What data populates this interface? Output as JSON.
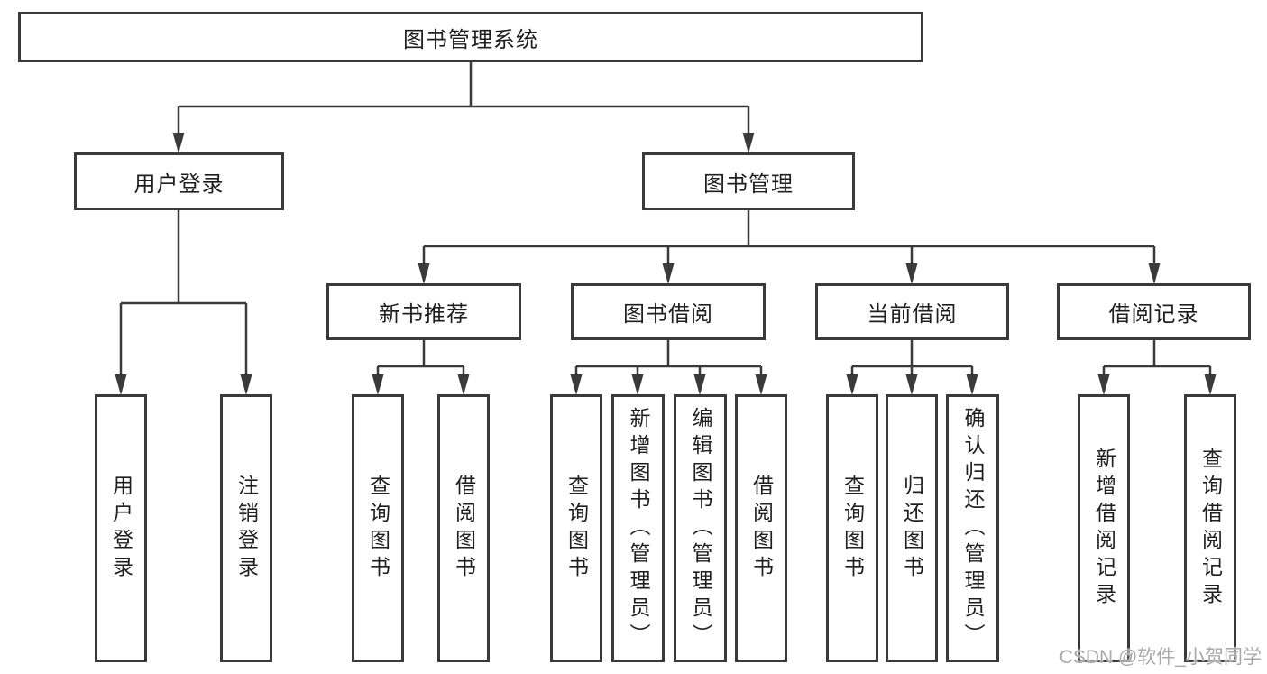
{
  "diagram": {
    "type": "hierarchy-tree",
    "colors": {
      "line": "#3a3a3a",
      "box_border": "#3a3a3a",
      "box_background": "#ffffff",
      "text": "#1f1f1f",
      "watermark": "#a9a9a9",
      "background": "#ffffff"
    }
  },
  "nodes": {
    "root": "图书管理系统",
    "user_login": "用户登录",
    "book_management": "图书管理",
    "new_book_recommend": "新书推荐",
    "book_borrowing": "图书借阅",
    "current_borrowing": "当前借阅",
    "borrowing_records": "借阅记录",
    "leaf_user_login": "用户登录",
    "leaf_logout": "注销登录",
    "leaf_nbr_query_books": "查询图书",
    "leaf_nbr_borrow_books": "借阅图书",
    "leaf_bb_query_books": "查询图书",
    "leaf_bb_add_books": "新增图书（管理员）",
    "leaf_bb_edit_books": "编辑图书（管理员）",
    "leaf_bb_borrow_books": "借阅图书",
    "leaf_cb_query_books": "查询图书",
    "leaf_cb_return_books": "归还图书",
    "leaf_cb_confirm_return": "确认归还（管理员）",
    "leaf_br_add_record": "新增借阅记录",
    "leaf_br_query_record": "查询借阅记录"
  },
  "hierarchy": {
    "图书管理系统": [
      "用户登录",
      "图书管理"
    ],
    "用户登录": [
      "用户登录",
      "注销登录"
    ],
    "图书管理": [
      "新书推荐",
      "图书借阅",
      "当前借阅",
      "借阅记录"
    ],
    "新书推荐": [
      "查询图书",
      "借阅图书"
    ],
    "图书借阅": [
      "查询图书",
      "新增图书（管理员）",
      "编辑图书（管理员）",
      "借阅图书"
    ],
    "当前借阅": [
      "查询图书",
      "归还图书",
      "确认归还（管理员）"
    ],
    "借阅记录": [
      "新增借阅记录",
      "查询借阅记录"
    ]
  },
  "watermark": "CSDN @软件_小贺同学"
}
